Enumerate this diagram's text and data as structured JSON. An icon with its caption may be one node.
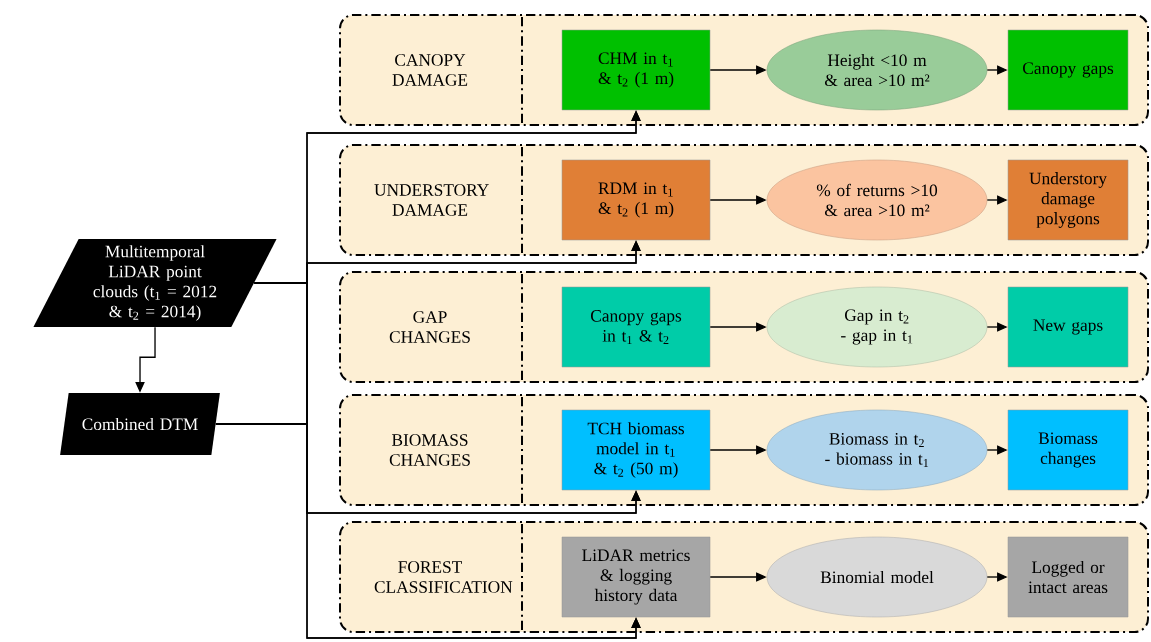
{
  "diagram": {
    "nodes": [
      {
        "text": [
          "Multitemporal LiDAR point clouds (t$_{1}$ = 2012 & t$_{2}$ = 2014)"
        ]
      },
      {
        "text": [
          "Combined DTM"
        ]
      },
      {
        "text": [
          "CANOPY DAMAGE"
        ]
      },
      {
        "text": [
          "CHM in t$_{1}$ & t$_{2}$ (1 m)"
        ],
        "in": 2
      },
      {
        "text": [
          "Height <10 m & area >10 m²"
        ],
        "in": 2
      },
      {
        "text": [
          "Canopy gaps"
        ],
        "in": 2
      },
      {
        "text": [
          "UNDERSTORY DAMAGE"
        ]
      },
      {
        "text": [
          "RDM in t$_{1}$ & t$_{2}$ (1 m)"
        ],
        "in": 6
      },
      {
        "text": [
          "% of returns >10 & area >10 m²"
        ],
        "in": 6
      },
      {
        "text": [
          "Understory damage polygons"
        ],
        "in": 6
      },
      {
        "text": [
          "GAP CHANGES"
        ]
      },
      {
        "text": [
          "Canopy gaps in t$_{1}$ & t$_{2}$"
        ],
        "in": 10
      },
      {
        "text": [
          "Gap in t$_{2}$ - gap in t$_{1}$"
        ],
        "in": 10
      },
      {
        "text": [
          "New gaps"
        ],
        "in": 10
      },
      {
        "text": [
          "BIOMASS CHANGES"
        ]
      },
      {
        "text": [
          "TCH biomass model in t$_{1}$ & t$_{2}$ (50 m)"
        ],
        "in": 14
      },
      {
        "text": [
          "Biomass in t$_{2}$ - biomass in t$_{1}$"
        ],
        "in": 14
      },
      {
        "text": [
          "Biomass changes"
        ],
        "in": 14
      },
      {
        "text": [
          "FOREST CLASSIFICATION"
        ]
      },
      {
        "text": [
          "LiDAR metrics & logging history data"
        ],
        "in": 18
      },
      {
        "text": [
          "Binomial model"
        ],
        "in": 18
      },
      {
        "text": [
          "Logged or intact areas"
        ],
        "in": 18
      }
    ],
    "edges": [
      {
        "from": 0,
        "to": 1,
        "arrow": "to"
      },
      {
        "from": 0,
        "to": 3,
        "arrow": "to"
      },
      {
        "from": 1,
        "to": 3,
        "arrow": "to"
      },
      {
        "from": 0,
        "to": 7,
        "arrow": "to"
      },
      {
        "from": 1,
        "to": 7,
        "arrow": "to"
      },
      {
        "from": 0,
        "to": 15,
        "arrow": "to"
      },
      {
        "from": 1,
        "to": 15,
        "arrow": "to"
      },
      {
        "from": 0,
        "to": 19,
        "arrow": "to"
      },
      {
        "from": 1,
        "to": 19,
        "arrow": "to"
      },
      {
        "from": 3,
        "to": 4,
        "arrow": "to"
      },
      {
        "from": 4,
        "to": 5,
        "arrow": "to"
      },
      {
        "from": 7,
        "to": 8,
        "arrow": "to"
      },
      {
        "from": 8,
        "to": 9,
        "arrow": "to"
      },
      {
        "from": 11,
        "to": 12,
        "arrow": "to"
      },
      {
        "from": 12,
        "to": 13,
        "arrow": "to"
      },
      {
        "from": 15,
        "to": 16,
        "arrow": "to"
      },
      {
        "from": 16,
        "to": 17,
        "arrow": "to"
      },
      {
        "from": 19,
        "to": 20,
        "arrow": "to"
      },
      {
        "from": 20,
        "to": 21,
        "arrow": "to"
      }
    ]
  }
}
